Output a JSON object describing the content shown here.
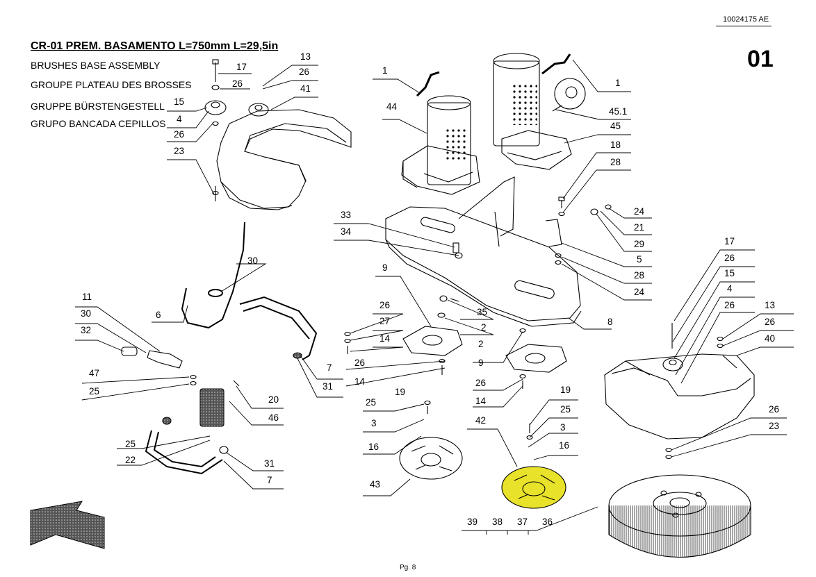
{
  "document_code": "10024175 AE",
  "page_number": "01",
  "title": "CR-01 PREM. BASAMENTO L=750mm L=29,5in",
  "subtitles": [
    "BRUSHES BASE ASSEMBLY",
    "GROUPE PLATEAU DES BROSSES",
    "GRUPPE BÜRSTENGESTELL",
    "GRUPO BANCADA CEPILLOS"
  ],
  "footer": "Pg. 8",
  "highlight_color": "#e8e22a",
  "callouts": {
    "c17a": "17",
    "c13a": "13",
    "c26a": "26",
    "c26b": "26",
    "c41": "41",
    "c15a": "15",
    "c4a": "4",
    "c26c": "26",
    "c23a": "23",
    "c1a": "1",
    "c44": "44",
    "c1b": "1",
    "c451": "45.1",
    "c45": "45",
    "c18": "18",
    "c28a": "28",
    "c24a": "24",
    "c21": "21",
    "c29": "29",
    "c5": "5",
    "c28b": "28",
    "c24b": "24",
    "c33": "33",
    "c34": "34",
    "c30a": "30",
    "c9a": "9",
    "c35": "35",
    "c2a": "2",
    "c2b": "2",
    "c8": "8",
    "c26d": "26",
    "c27": "27",
    "c14a": "14",
    "c26e": "26",
    "c14b": "14",
    "c9b": "9",
    "c26f": "26",
    "c14c": "14",
    "c11": "11",
    "c30b": "30",
    "c32": "32",
    "c6": "6",
    "c7a": "7",
    "c31a": "31",
    "c47": "47",
    "c25a": "25",
    "c20": "20",
    "c46": "46",
    "c25b": "25",
    "c22": "22",
    "c31b": "31",
    "c7b": "7",
    "c19a": "19",
    "c25c": "25",
    "c3a": "3",
    "c16a": "16",
    "c43": "43",
    "c42": "42",
    "c19b": "19",
    "c25d": "25",
    "c3b": "3",
    "c16b": "16",
    "c39": "39",
    "c38": "38",
    "c37": "37",
    "c36": "36",
    "c17b": "17",
    "c26g": "26",
    "c15b": "15",
    "c4b": "4",
    "c26h": "26",
    "c13b": "13",
    "c26i": "26",
    "c40": "40",
    "c26j": "26",
    "c23b": "23"
  }
}
